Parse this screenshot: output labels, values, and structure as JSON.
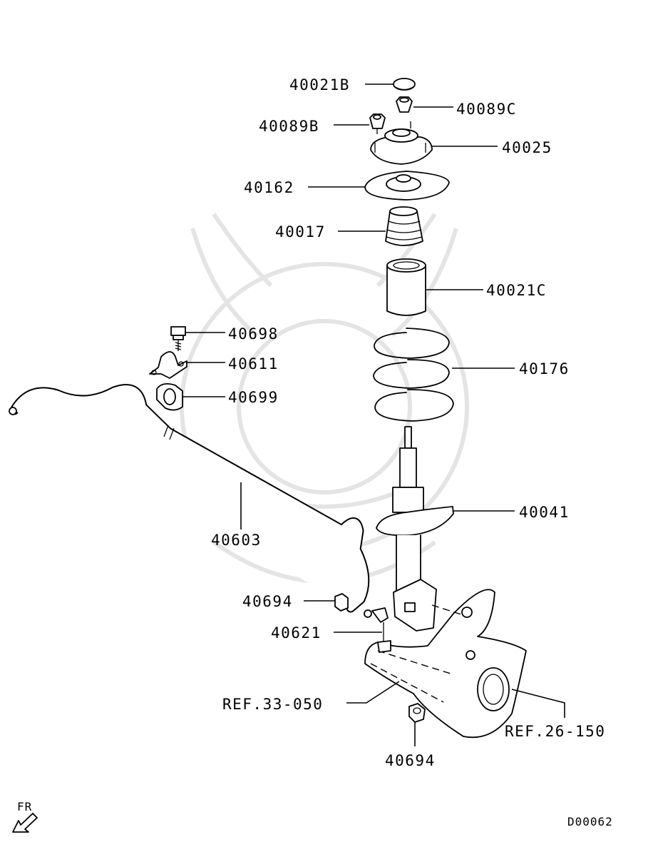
{
  "labels": {
    "p40021B": "40021B",
    "p40089C": "40089C",
    "p40089B": "40089B",
    "p40025": "40025",
    "p40162": "40162",
    "p40017": "40017",
    "p40021C": "40021C",
    "p40698": "40698",
    "p40611": "40611",
    "p40699": "40699",
    "p40176": "40176",
    "p40041": "40041",
    "p40603": "40603",
    "p40694a": "40694",
    "p40621": "40621",
    "ref33": "REF.33-050",
    "ref26": "REF.26-150",
    "p40694b": "40694"
  },
  "footer": {
    "direction": "FR",
    "diagram_code": "D00062"
  }
}
